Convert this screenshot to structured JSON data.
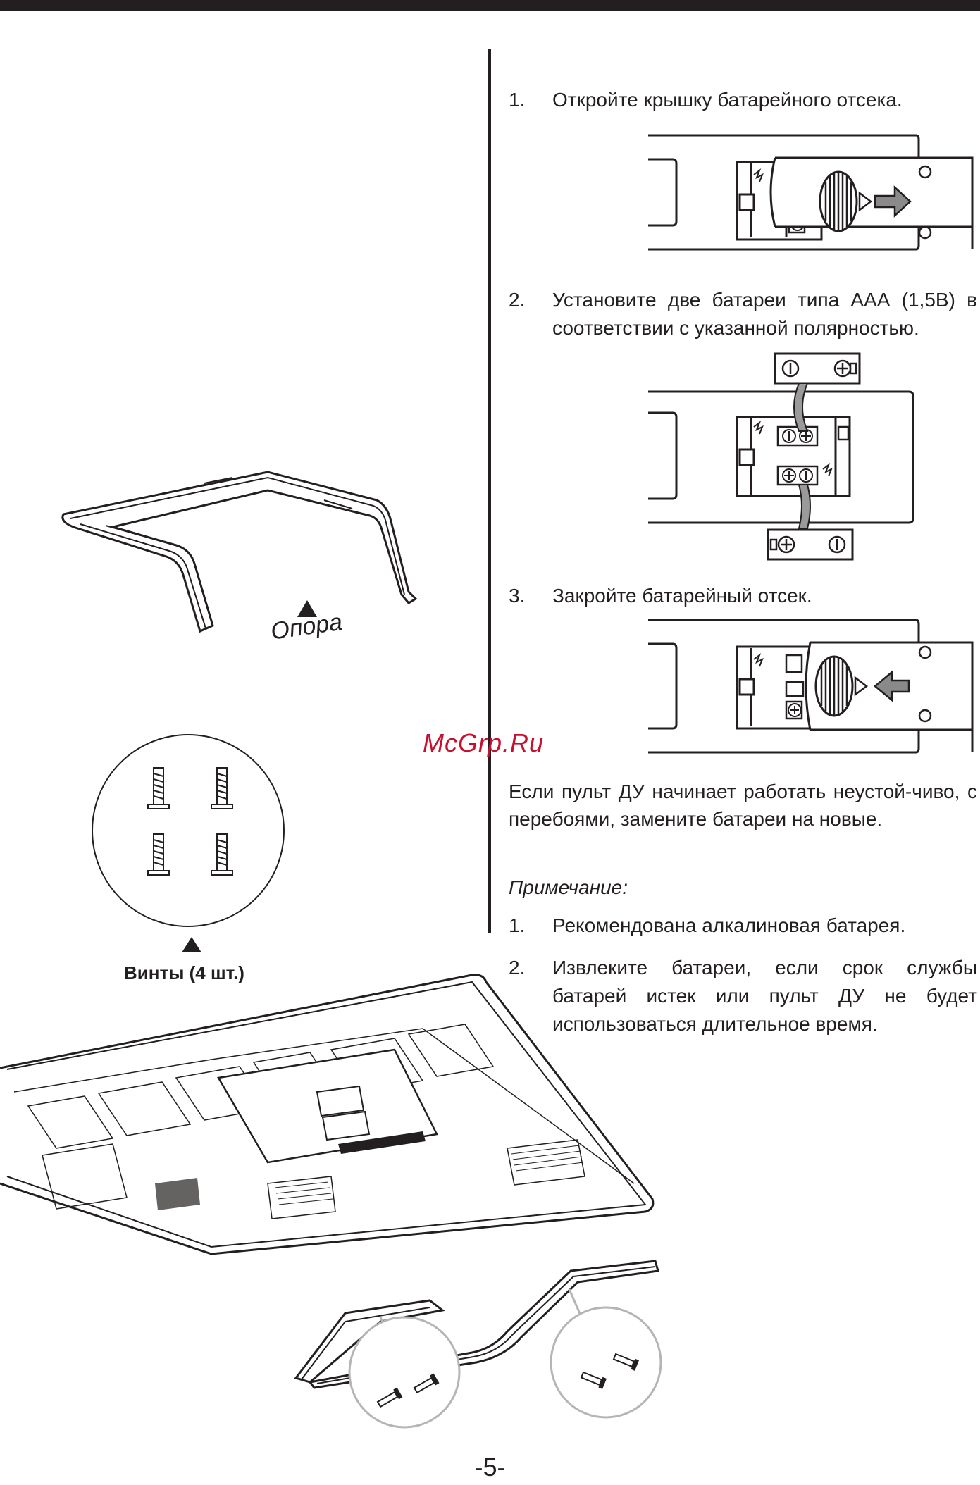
{
  "steps": [
    {
      "num": "1.",
      "text": "Откройте крышку батарейного отсека."
    },
    {
      "num": "2.",
      "text": "Установите две батареи типа ААА (1,5В) в соответствии с указанной полярностью."
    },
    {
      "num": "3.",
      "text": "Закройте батарейный отсек."
    }
  ],
  "paragraph": "Если пульт ДУ начинает работать неустой-чиво, с перебоями, замените батареи на новые.",
  "note": {
    "title": "Примечание:",
    "items": [
      {
        "num": "1.",
        "text": "Рекомендована алкалиновая батарея."
      },
      {
        "num": "2.",
        "text": "Извлеките батареи, если срок службы батарей истек или пульт ДУ не будет использоваться длительное время."
      }
    ]
  },
  "labels": {
    "stand": "Опора",
    "screws": "Винты  (4 шт.)"
  },
  "watermark": "McGrp.Ru",
  "page_number": "-5-",
  "colors": {
    "ink": "#231f20",
    "watermark": "#c8102e",
    "arrow": "#8a8a8a",
    "circle": "#b5b5b5"
  }
}
